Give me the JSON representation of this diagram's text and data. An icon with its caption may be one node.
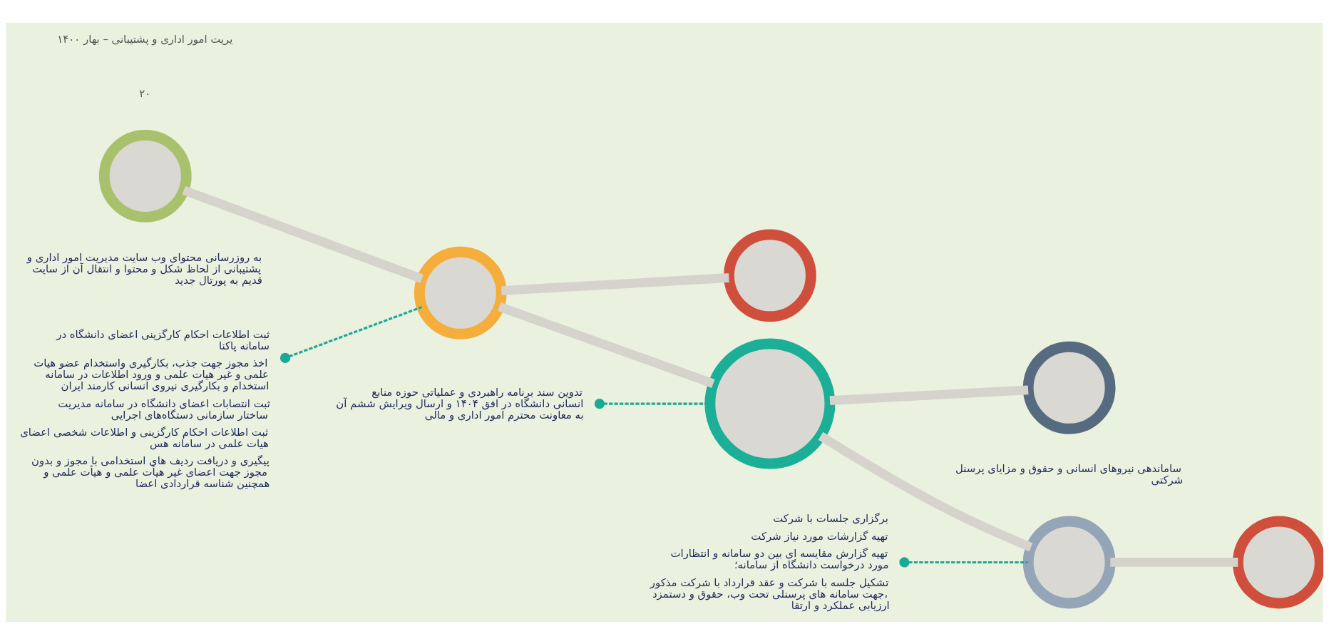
{
  "diagram": {
    "nodes": [
      {
        "text": [],
        "shape": "circle",
        "beside": [
          "به روزرسانی محتوای وب سایت مدیریت امور اداری و پشتیبانی از لحاظ شکل و محتوا و انتقال آن از سایت قدیم به پورتال جدید"
        ]
      },
      {
        "text": [],
        "shape": "circle"
      },
      {
        "text": [],
        "shape": "circle"
      },
      {
        "text": [],
        "shape": "circle"
      },
      {
        "text": [],
        "shape": "circle",
        "beside": [
          "ساماندهی نیروهای انسانی و حقوق و مزایای پرسنل شرکتی"
        ]
      },
      {
        "text": [],
        "shape": "circle"
      },
      {
        "text": [],
        "shape": "circle"
      },
      {
        "text": [
          "تدوین سند برنامه راهبردی و عملیاتی حوزه منابع انسانی دانشگاه در افق ۱۴۰۴ و ارسال ویرایش ششم آن به معاونت محترم امور اداری و مالی"
        ]
      },
      {
        "text": [
          "ثبت اطلاعات احکام کارگزینی اعضای دانشگاه در سامانه پاکنا",
          "اخذ مجوز جهت جذب، بکارگیری واستخدام عضو هیات علمی و غیر هیات علمی و ورود اطلاعات در سامانه استخدام و بکارگیری نیروی انسانی کارمند ایران",
          "ثبت انتصابات اعضای دانشگاه در سامانه مدیریت ساختار سازمانی دستگاه‌های اجرایی",
          "ثبت اطلاعات احکام کارگزینی و اطلاعات شخصی اعضای هیات علمی در سامانه هس",
          "پیگیری و دریافت ردیف های استخدامی با مجوز و بدون مجوز جهت اعضای غیر هیأت علمی و هیأت علمی و همچنین شناسه قراردادی اعضا"
        ]
      },
      {
        "text": [
          "برگزاری جلسات با شرکت",
          "تهیه گزارشات مورد نیاز شرکت",
          "تهیه گزارش مقایسه ای بین دو سامانه و انتظارات مورد درخواست دانشگاه از سامانه؛",
          "تشکیل جلسه با شرکت و عقد قرارداد با شرکت مذکور جهت سامانه های پرسنلی تحت وب، حقوق و دستمزد، ارزیابی عملکرد و ارتقا"
        ]
      }
    ],
    "edges": [
      {
        "from": 0,
        "to": 1,
        "arrow": "none"
      },
      {
        "from": 1,
        "to": 2,
        "arrow": "none"
      },
      {
        "from": 1,
        "to": 3,
        "arrow": "none"
      },
      {
        "from": 3,
        "to": 4,
        "arrow": "none"
      },
      {
        "from": 3,
        "to": 5,
        "arrow": "none"
      },
      {
        "from": 5,
        "to": 6,
        "arrow": "none"
      },
      {
        "from": 7,
        "to": 3,
        "arrow": "other",
        "style": "dashed",
        "color": "#1aaa96"
      },
      {
        "from": 8,
        "to": 1,
        "arrow": "other",
        "style": "dashed",
        "color": "#1aaa96"
      },
      {
        "from": 9,
        "to": 5,
        "arrow": "other",
        "style": "dashed",
        "color": "#1aaa96"
      }
    ],
    "labels": [
      "۲۰",
      "یریت امور اداری و پشتیبانی – بهار ۱۴۰۰"
    ]
  }
}
